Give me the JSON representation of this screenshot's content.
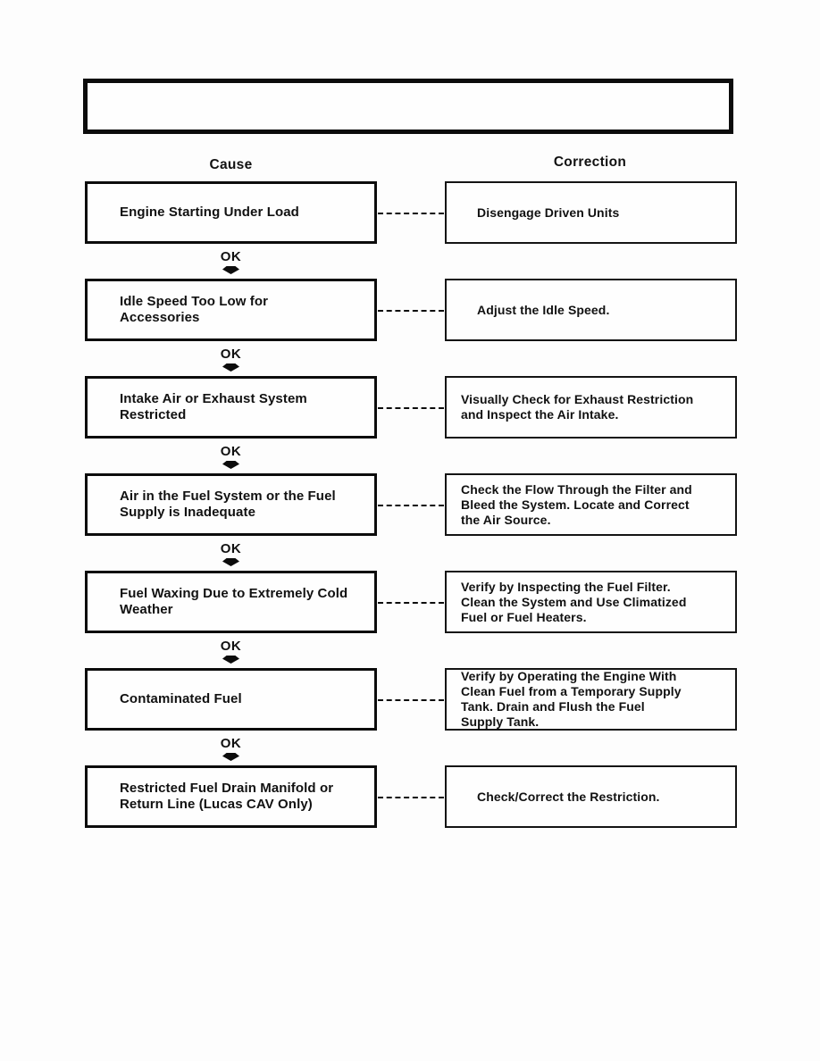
{
  "page": {
    "background": "#fdfdfd",
    "ink_color": "#0c0c0c"
  },
  "flowchart": {
    "title_box_text": "",
    "column_headers": {
      "cause": "Cause",
      "correction": "Correction"
    },
    "ok_label": "OK",
    "down_arrow_icon": "down-arrow",
    "rows": [
      {
        "cause_lines": [
          "Engine Starting Under Load"
        ],
        "correction_lines": [
          "Disengage Driven Units"
        ]
      },
      {
        "cause_lines": [
          "Idle Speed Too Low for",
          "Accessories"
        ],
        "correction_lines": [
          "Adjust the Idle Speed."
        ]
      },
      {
        "cause_lines": [
          "Intake Air or Exhaust System",
          "Restricted"
        ],
        "correction_lines": [
          "Visually Check for Exhaust Restriction",
          "and Inspect the Air Intake."
        ]
      },
      {
        "cause_lines": [
          "Air in the Fuel System or the Fuel",
          "Supply is Inadequate"
        ],
        "correction_lines": [
          "Check the Flow Through the Filter and",
          "Bleed the System. Locate and Correct",
          "the Air Source."
        ]
      },
      {
        "cause_lines": [
          "Fuel Waxing Due to Extremely Cold",
          "Weather"
        ],
        "correction_lines": [
          "Verify by Inspecting the Fuel Filter.",
          "Clean the System and Use Climatized",
          "Fuel or Fuel Heaters."
        ]
      },
      {
        "cause_lines": [
          "Contaminated Fuel"
        ],
        "correction_lines": [
          "Verify by Operating the Engine With",
          "Clean Fuel from a Temporary Supply",
          "Tank. Drain and Flush the Fuel",
          "Supply Tank."
        ]
      },
      {
        "cause_lines": [
          "Restricted Fuel Drain Manifold or",
          "Return Line (Lucas CAV Only)"
        ],
        "correction_lines": [
          "Check/Correct the Restriction."
        ]
      }
    ]
  }
}
